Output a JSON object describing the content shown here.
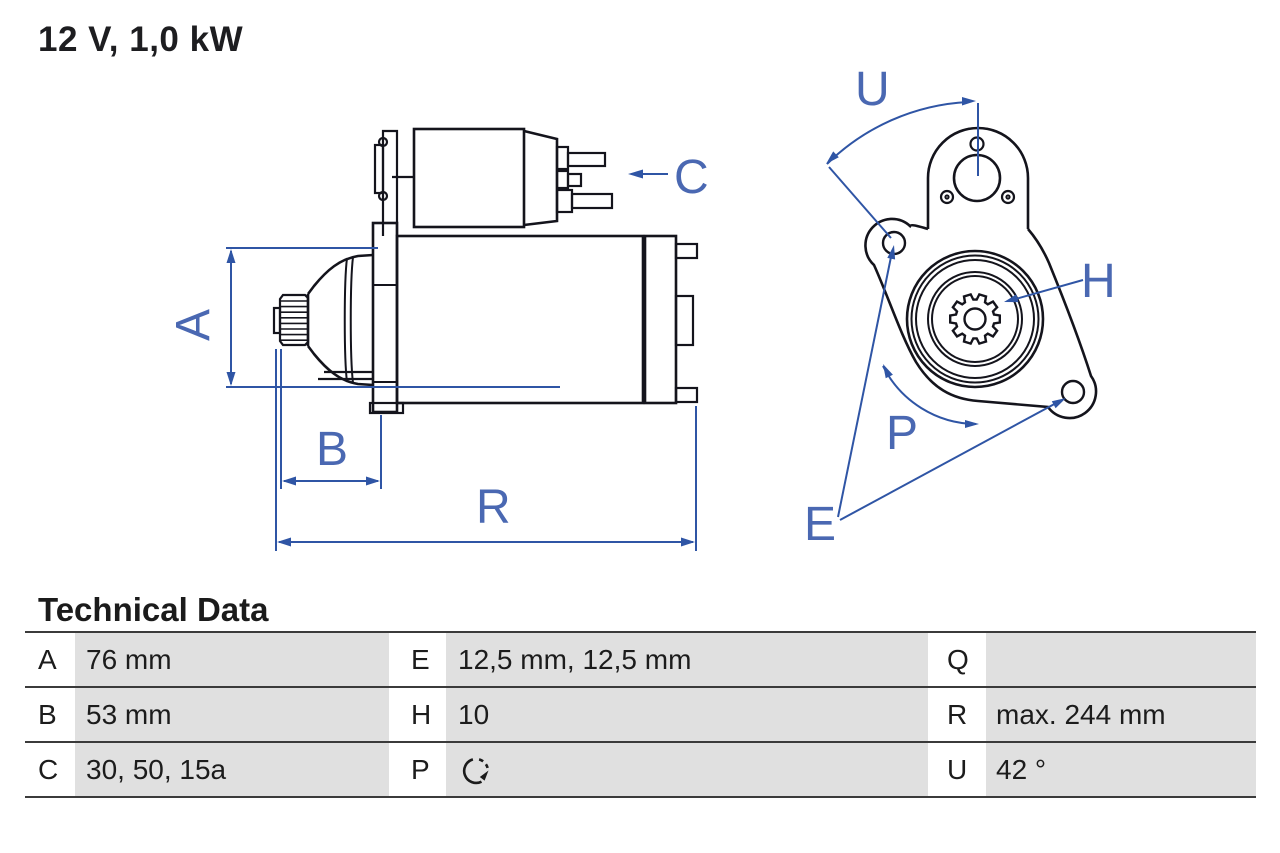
{
  "header": {
    "title": "12 V, 1,0 kW"
  },
  "drawing": {
    "side_view": {
      "dim_labels": {
        "a": "A",
        "b": "B",
        "c": "C",
        "r": "R"
      }
    },
    "front_view": {
      "dim_labels": {
        "u": "U",
        "h": "H",
        "p": "P",
        "e": "E"
      }
    }
  },
  "table": {
    "title": "Technical Data",
    "cells": [
      {
        "key": "A",
        "value": "76 mm"
      },
      {
        "key": "E",
        "value": "12,5 mm, 12,5 mm"
      },
      {
        "key": "Q",
        "value": ""
      },
      {
        "key": "B",
        "value": "53 mm"
      },
      {
        "key": "H",
        "value": "10"
      },
      {
        "key": "R",
        "value": "max. 244 mm"
      },
      {
        "key": "C",
        "value": "30, 50, 15a"
      },
      {
        "key": "P",
        "value": "",
        "icon": "rotation-direction-icon"
      },
      {
        "key": "U",
        "value": "42 °"
      }
    ]
  },
  "colors": {
    "dimension_blue": "#2f55a5",
    "label_blue": "#4a68b2",
    "line_dark": "#14141c",
    "cell_gray": "#e0e0e0",
    "text_dark": "#1c1c1c"
  }
}
